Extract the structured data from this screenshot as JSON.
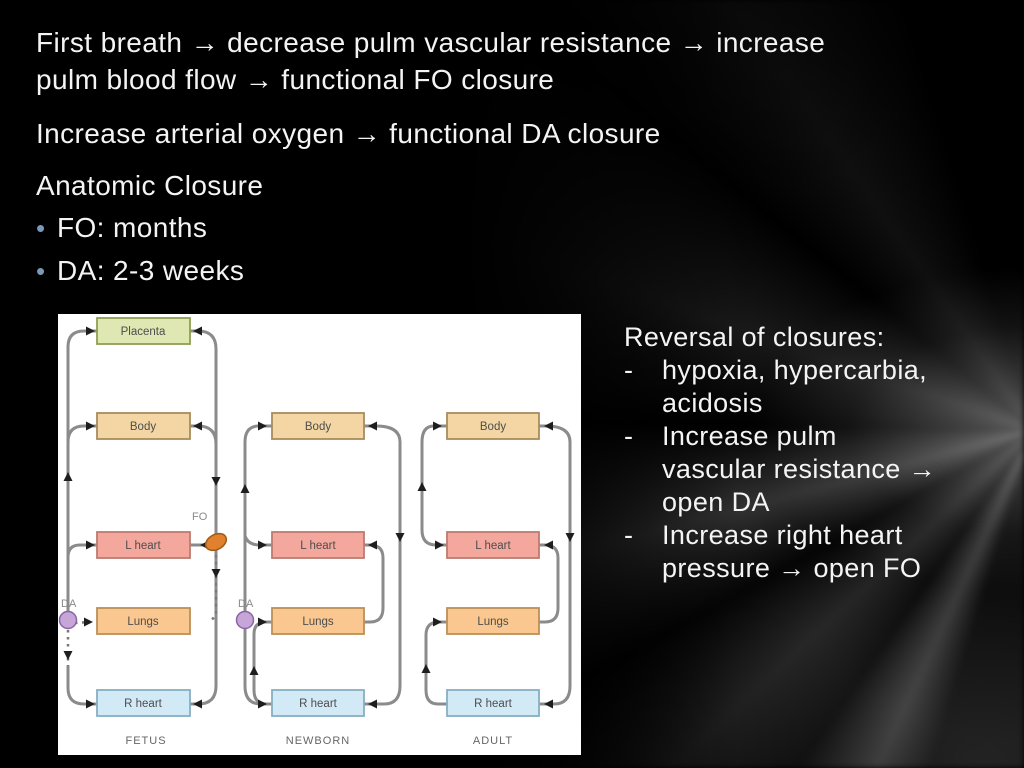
{
  "slide": {
    "para1": "First breath → decrease pulm vascular resistance → increase\npulm blood flow → functional FO closure",
    "para2": "Increase arterial oxygen → functional DA closure",
    "anatomic_heading": "Anatomic Closure",
    "bullet_char": "•",
    "bullet_color": "#7b98b8",
    "bullets": [
      {
        "label": "FO: months"
      },
      {
        "label": "DA: 2-3 weeks"
      }
    ]
  },
  "reversal": {
    "heading": "Reversal of closures:",
    "dash": "-",
    "items": [
      "hypoxia, hypercarbia,\nacidosis",
      "Increase pulm\nvascular resistance →\nopen DA",
      "Increase right heart\npressure → open FO"
    ]
  },
  "diagram": {
    "captions": [
      "FETUS",
      "NEWBORN",
      "ADULT"
    ],
    "fetus_boxes": [
      "Placenta",
      "Body",
      "L heart",
      "Lungs",
      "R heart"
    ],
    "newborn_boxes": [
      "Body",
      "L heart",
      "Lungs",
      "R heart"
    ],
    "adult_boxes": [
      "Body",
      "L heart",
      "Lungs",
      "R heart"
    ],
    "shunt_labels": {
      "fo": "FO",
      "da_fetus": "DA",
      "da_newborn": "DA"
    },
    "colors": {
      "placenta_fill": "#dfe7b2",
      "placenta_border": "#8f9f55",
      "body_fill": "#f3d6a4",
      "body_border": "#a68c5e",
      "l_heart_fill": "#f4a79d",
      "l_heart_border": "#bc7b70",
      "lungs_fill": "#f9c78f",
      "lungs_border": "#bc8f58",
      "r_heart_fill": "#d2eaf6",
      "r_heart_border": "#86aec4",
      "line": "#8b8b8b",
      "dashed_line": "#777777",
      "arrow": "#1e1e1e",
      "da_marker_fill": "#c6a6d6",
      "da_marker_border": "#8b63a8",
      "fo_marker_fill": "#e2812d",
      "fo_marker_border": "#9c5a14",
      "panel_bg": "#ffffff"
    }
  }
}
